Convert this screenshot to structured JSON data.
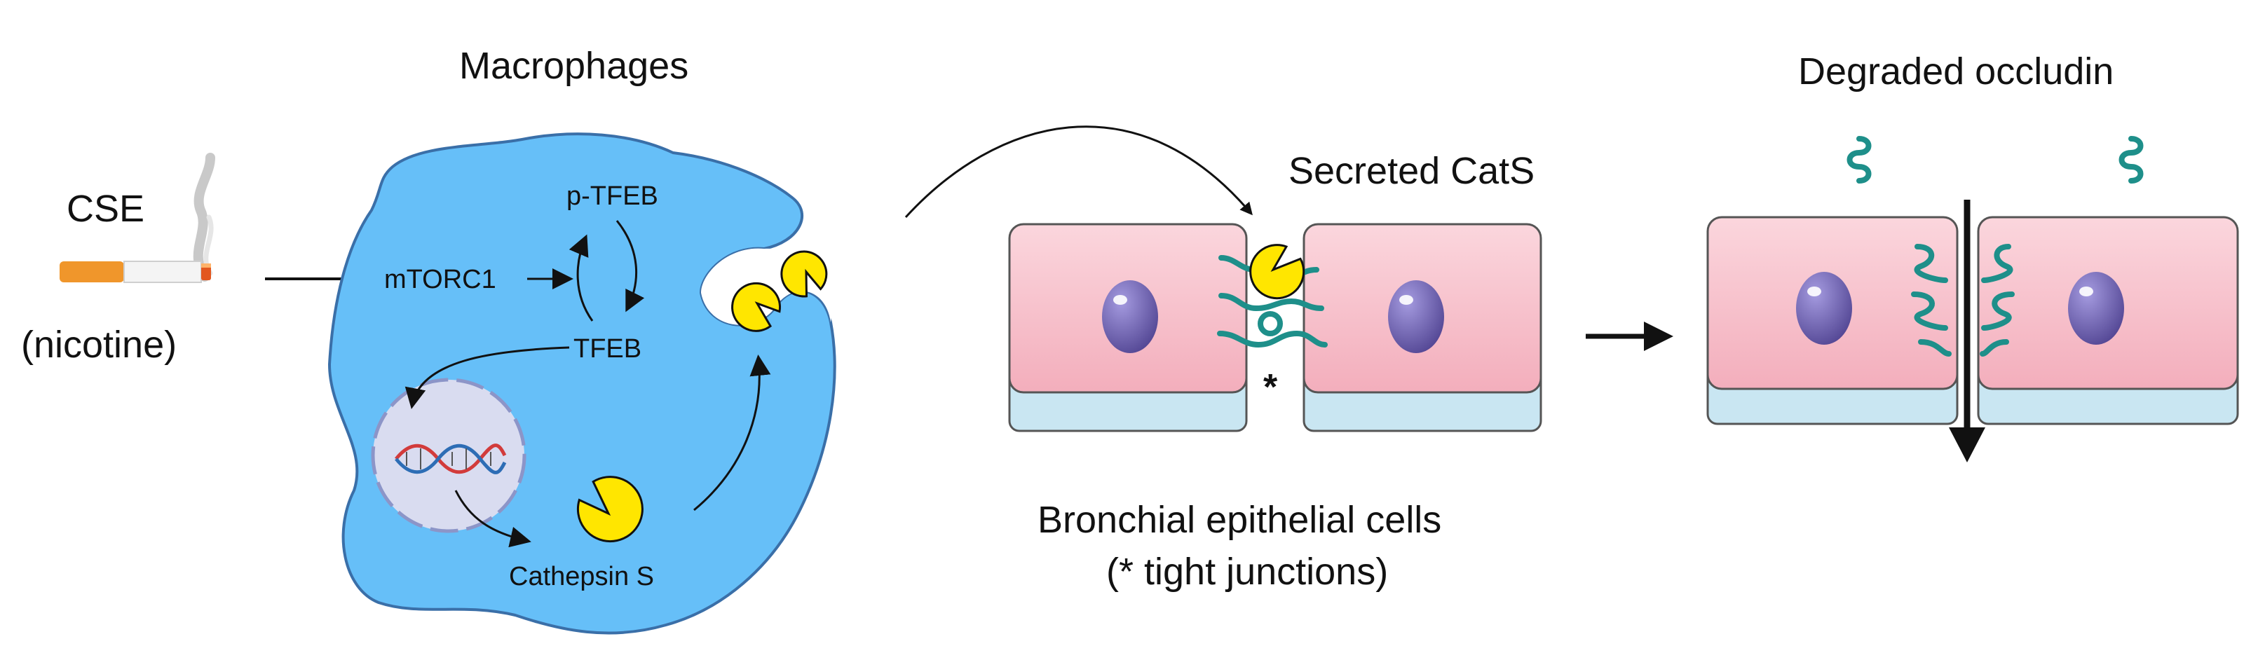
{
  "labels": {
    "cse": "CSE",
    "nicotine": "(nicotine)",
    "macrophages": "Macrophages",
    "mtorc1": "mTORC1",
    "p_tfeb": "p-TFEB",
    "tfeb": "TFEB",
    "cathepsin_s": "Cathepsin S",
    "secreted_cats": "Secreted CatS",
    "bronchial_line1": "Bronchial epithelial cells",
    "bronchial_line2": "(* tight junctions)",
    "asterisk": "*",
    "degraded_occludin": "Degraded occludin"
  },
  "colors": {
    "macrophage": "#66bff8",
    "macrophage_edge": "#3a6fa8",
    "nucleus": "#d9dcf0",
    "cathepsin": "#ffe600",
    "cell_body": "#f7c0cb",
    "cell_base": "#c9e6f2",
    "cell_nucleus": "#6f62a8",
    "junction": "#1e8f8a",
    "dna_red": "#d23b3b",
    "dna_blue": "#2d6db5"
  },
  "icons": [
    "cigarette-icon",
    "smoke-icon",
    "dna-icon",
    "pacman-icon"
  ]
}
